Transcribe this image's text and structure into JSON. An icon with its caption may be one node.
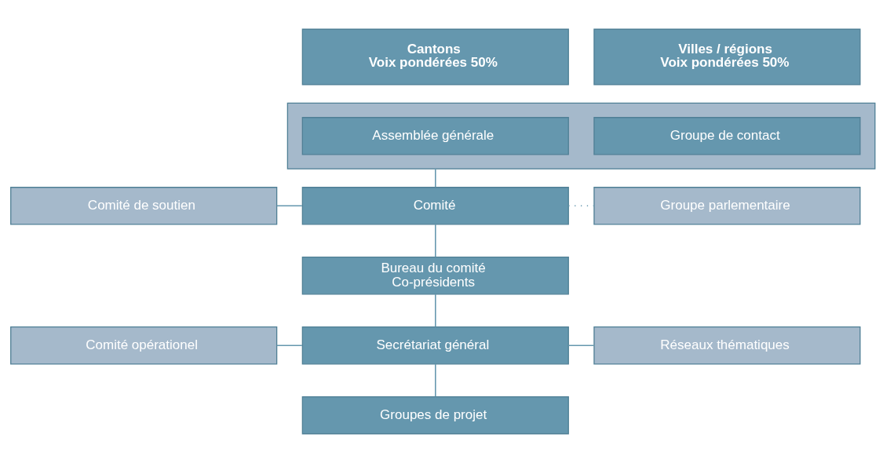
{
  "diagram": {
    "nodes": [
      {
        "text": [
          "Cantons",
          "Voix pondérées 50%"
        ]
      },
      {
        "text": [
          "Villes / régions",
          "Voix pondérées 50%"
        ]
      },
      {
        "text": [],
        "shape": "box"
      },
      {
        "text": [
          "Assemblée générale"
        ],
        "in": 2
      },
      {
        "text": [
          "Groupe de contact"
        ],
        "in": 2
      },
      {
        "text": [
          "Comité de soutien"
        ]
      },
      {
        "text": [
          "Comité"
        ]
      },
      {
        "text": [
          "Groupe parlementaire"
        ]
      },
      {
        "text": [
          "Bureau du comité",
          "Co-présidents"
        ]
      },
      {
        "text": [
          "Comité opérationel"
        ]
      },
      {
        "text": [
          "Secrétariat général"
        ]
      },
      {
        "text": [
          "Réseaux thématiques"
        ]
      },
      {
        "text": [
          "Groupes de projet"
        ]
      }
    ],
    "edges": [
      {
        "from": 2,
        "to": 6,
        "arrow": "none"
      },
      {
        "from": 5,
        "to": 6,
        "arrow": "none"
      },
      {
        "from": 6,
        "to": 7,
        "arrow": "none",
        "style": "dashed"
      },
      {
        "from": 6,
        "to": 8,
        "arrow": "none"
      },
      {
        "from": 9,
        "to": 10,
        "arrow": "none"
      },
      {
        "from": 8,
        "to": 10,
        "arrow": "none"
      },
      {
        "from": 10,
        "to": 11,
        "arrow": "none"
      },
      {
        "from": 10,
        "to": 12,
        "arrow": "none"
      }
    ]
  }
}
